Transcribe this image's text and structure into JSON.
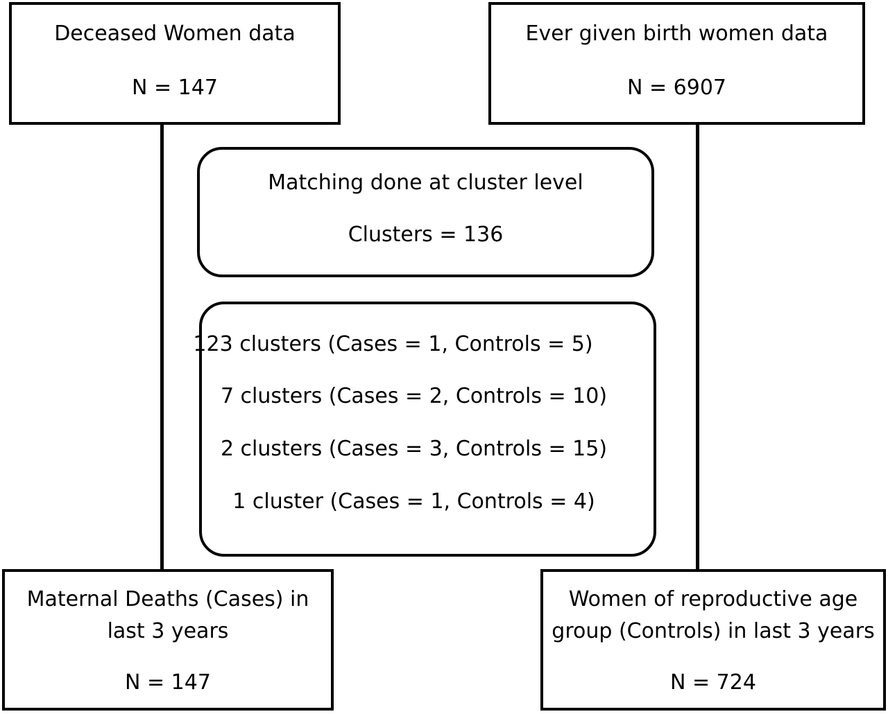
{
  "deceased_box": {
    "title": "Deceased Women data",
    "count": "N = 147"
  },
  "ever_birth_box": {
    "title": "Ever given birth women data",
    "count": "N = 6907"
  },
  "matching_box": {
    "title": "Matching done at cluster level",
    "count": "Clusters = 136"
  },
  "clusters_box": {
    "lines": [
      "123 clusters (Cases = 1, Controls = 5)",
      "7 clusters (Cases = 2, Controls = 10)",
      "2 clusters (Cases = 3, Controls = 15)",
      "1 cluster (Cases = 1, Controls = 4)"
    ]
  },
  "cases_box": {
    "line1": "Maternal Deaths (Cases) in",
    "line2": "last 3 years",
    "count": "N = 147"
  },
  "controls_box": {
    "line1": "Women of reproductive age",
    "line2": "group (Controls) in last 3 years",
    "count": "N = 724"
  }
}
